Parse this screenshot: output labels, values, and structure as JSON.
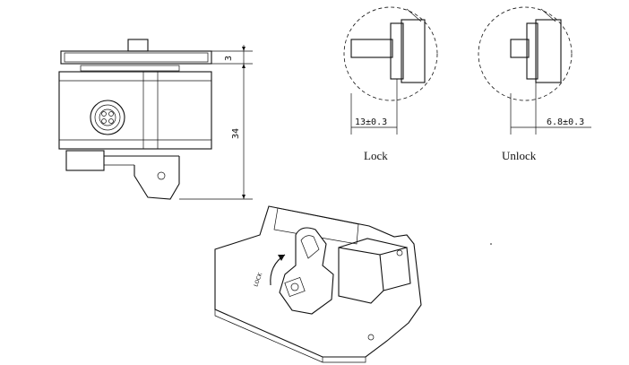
{
  "side_view": {
    "dim_top": "3",
    "dim_height": "34"
  },
  "lock_detail": {
    "dimension": "13±0.3",
    "caption": "Lock"
  },
  "unlock_detail": {
    "dimension": "6.8±0.3",
    "caption": "Unlock"
  },
  "iso_view": {
    "arrow_text": "LOCK"
  }
}
